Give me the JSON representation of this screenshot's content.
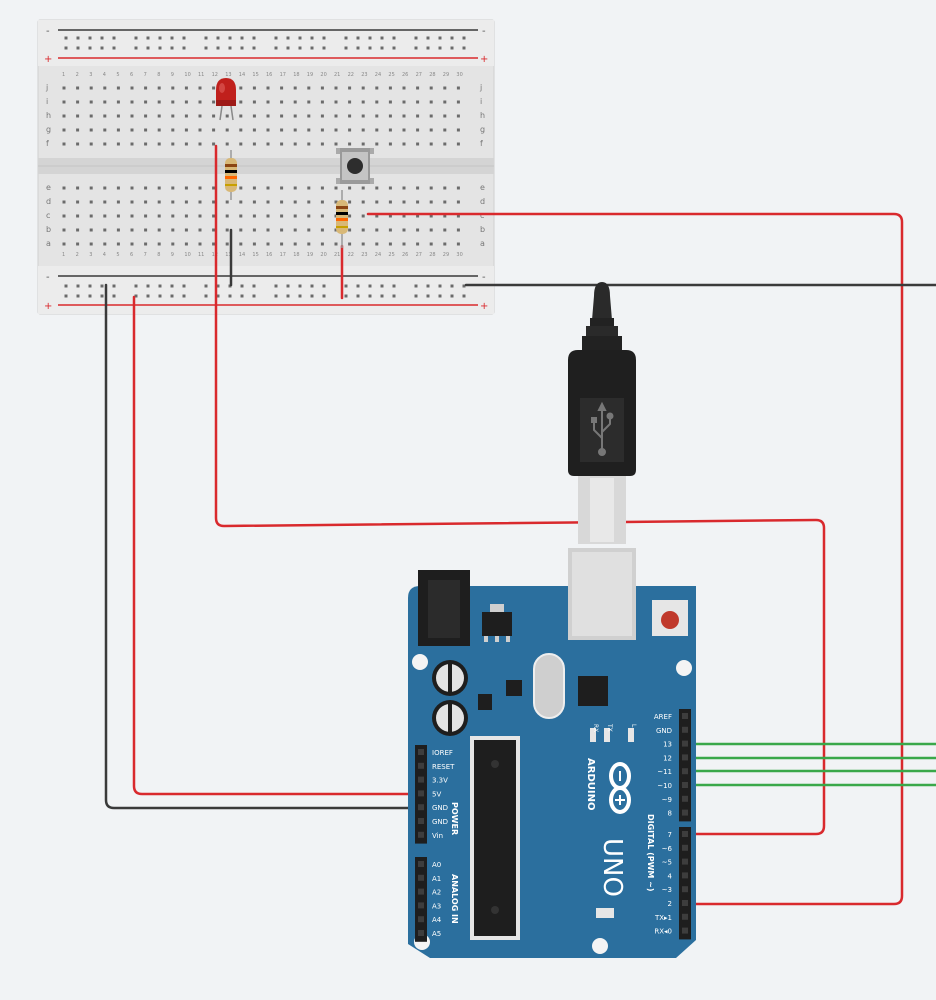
{
  "canvas": {
    "background": "#f1f3f5"
  },
  "breadboard": {
    "row_letters_top": [
      "j",
      "i",
      "h",
      "g",
      "f"
    ],
    "row_letters_bottom": [
      "e",
      "d",
      "c",
      "b",
      "a"
    ],
    "rail_minus": "-",
    "rail_plus": "+",
    "column_count": 30
  },
  "components": {
    "led": {
      "color": "#c0201c"
    },
    "resistors": [
      {
        "bands": [
          "#8b4513",
          "#000000",
          "#ff6600",
          "#c8a000"
        ]
      },
      {
        "bands": [
          "#8b4513",
          "#000000",
          "#ff6600",
          "#c8a000"
        ]
      }
    ],
    "pushbutton": {}
  },
  "arduino": {
    "brand": "ARDUINO",
    "model": "UNO",
    "board_color": "#2b6f9e",
    "power_header_title": "POWER",
    "analog_header_title": "ANALOG IN",
    "digital_header_title": "DIGITAL (PWM ~)",
    "power_pins": [
      "IOREF",
      "RESET",
      "3.3V",
      "5V",
      "GND",
      "GND",
      "Vin"
    ],
    "analog_pins": [
      "A0",
      "A1",
      "A2",
      "A3",
      "A4",
      "A5"
    ],
    "digital_pins_top": [
      "AREF",
      "GND",
      "13",
      "12",
      "~11",
      "~10",
      "~9",
      "8"
    ],
    "digital_pins_bottom": [
      "7",
      "~6",
      "~5",
      "4",
      "~3",
      "2",
      "TX▸1",
      "RX◂0"
    ],
    "led_labels": [
      "RX",
      "TX",
      "L"
    ]
  },
  "usb_cable": {
    "symbol": "usb-trident"
  },
  "wire_colors": {
    "red": "#d9292d",
    "black": "#3a3a3a",
    "green": "#3aa84a"
  }
}
